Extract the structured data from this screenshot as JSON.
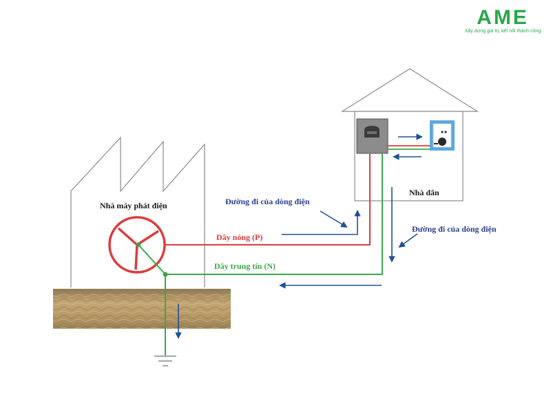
{
  "logo": {
    "name": "AME",
    "tagline": "Xây dựng giá trị, kết nối thành công"
  },
  "labels": {
    "power_plant": "Nhà máy phát điện",
    "house": "Nhà dân",
    "hot_wire": "Dây nóng (P)",
    "neutral_wire": "Dây trung tín (N)",
    "current_path_left": "Đường đi của dòng điện",
    "current_path_right": "Đường đi của dòng điện"
  },
  "colors": {
    "hot_wire": "#e03a3a",
    "neutral_wire": "#3aa84a",
    "arrow": "#1f4e9a",
    "label_text": "#2b3f8c",
    "outline": "#8a8a8a",
    "brand": "#27a84a"
  }
}
